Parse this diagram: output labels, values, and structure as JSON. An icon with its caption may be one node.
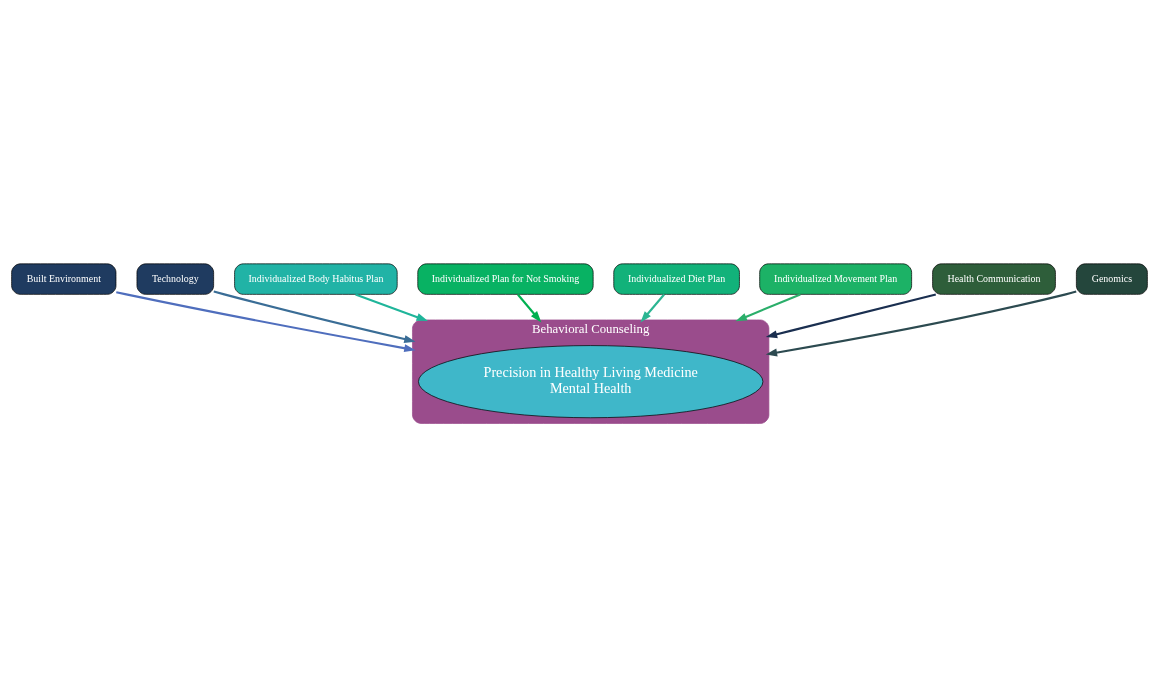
{
  "diagram": {
    "nodes": [
      {
        "text": [
          "Behavioral Counseling"
        ]
      },
      {
        "text": [
          "Precision in Healthy Living Medicine",
          "Mental Health"
        ],
        "in": 0
      },
      {
        "text": [
          "Built Environment"
        ]
      },
      {
        "text": [
          "Technology"
        ]
      },
      {
        "text": [
          "Individualized Body Habitus Plan"
        ]
      },
      {
        "text": [
          "Individualized Plan for Not Smoking"
        ]
      },
      {
        "text": [
          "Individualized Diet Plan"
        ]
      },
      {
        "text": [
          "Individualized Movement Plan"
        ]
      },
      {
        "text": [
          "Health Communication"
        ]
      },
      {
        "text": [
          "Genomics"
        ]
      }
    ],
    "edges": [
      {
        "from": 2,
        "to": 0,
        "arrow": "to",
        "color": "#4f6ebd"
      },
      {
        "from": 3,
        "to": 0,
        "arrow": "to",
        "color": "#3a6d96"
      },
      {
        "from": 4,
        "to": 0,
        "arrow": "to",
        "color": "#1fb59a"
      },
      {
        "from": 5,
        "to": 0,
        "arrow": "to",
        "color": "#00b050"
      },
      {
        "from": 6,
        "to": 0,
        "arrow": "to",
        "color": "#2bb592"
      },
      {
        "from": 7,
        "to": 0,
        "arrow": "to",
        "color": "#2aae6a"
      },
      {
        "from": 8,
        "to": 0,
        "arrow": "to",
        "color": "#1a2f50"
      },
      {
        "from": 9,
        "to": 0,
        "arrow": "to",
        "color": "#2c4a50"
      }
    ]
  }
}
